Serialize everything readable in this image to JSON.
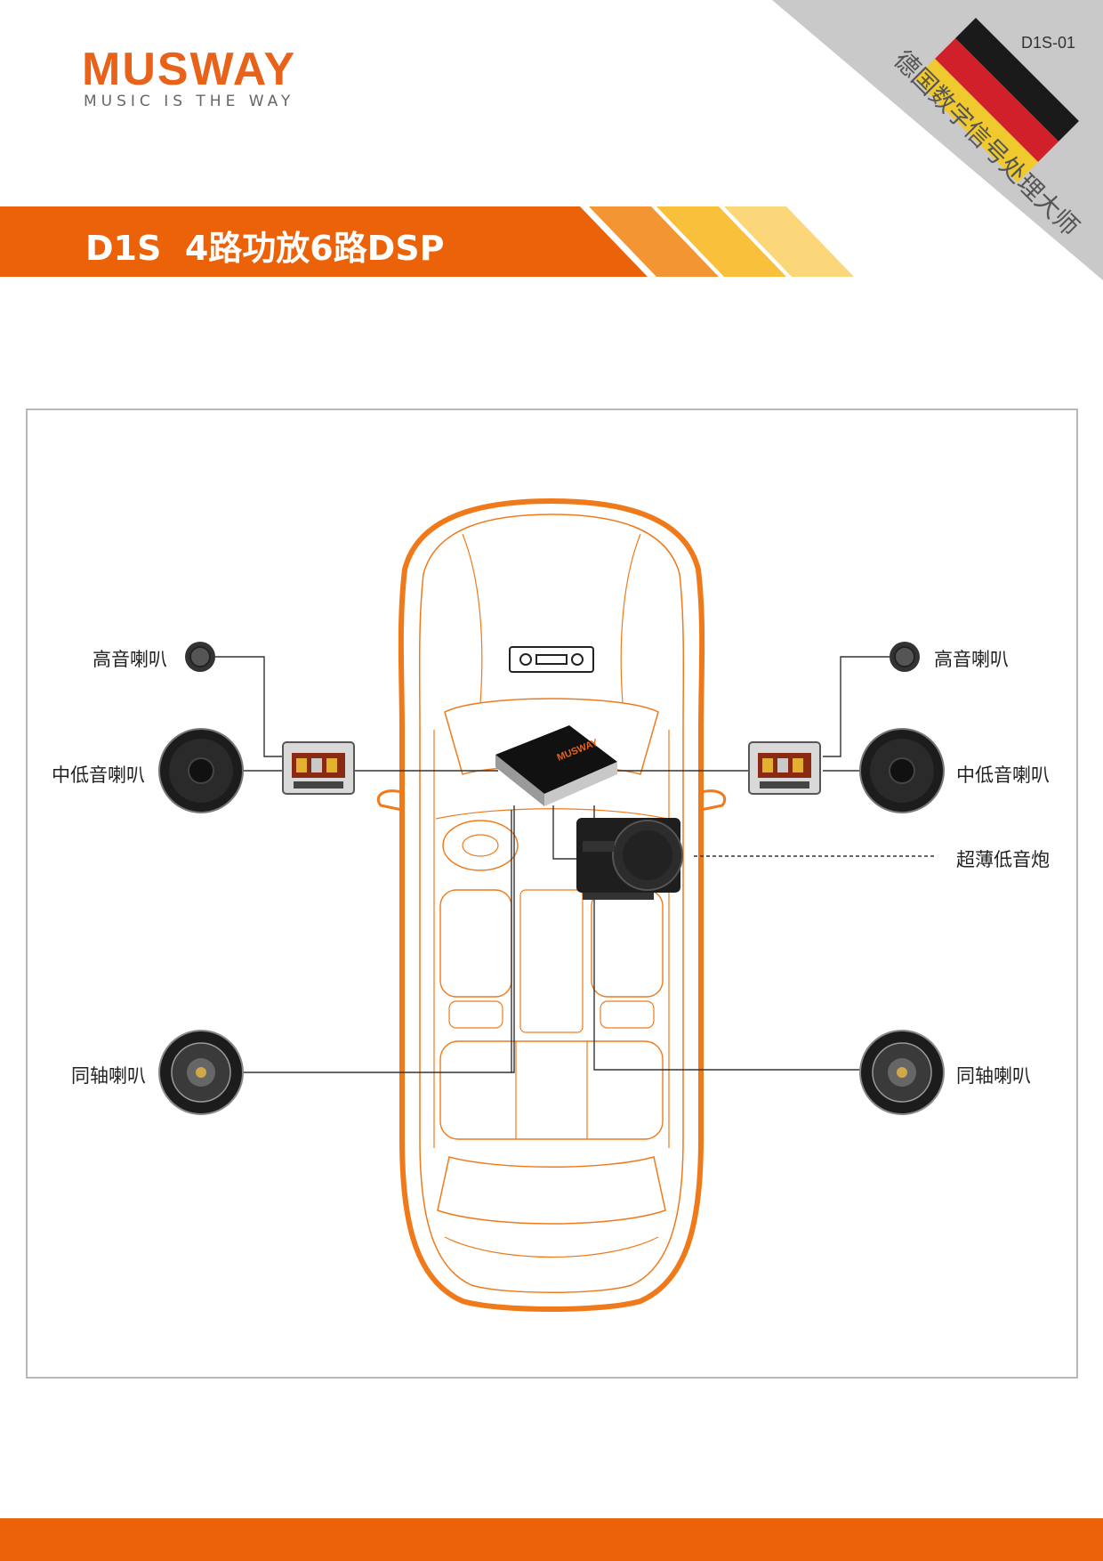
{
  "brand": {
    "name": "MUSWAY",
    "tagline": "MUSIC IS THE WAY",
    "color": "#e8621a"
  },
  "doc_code": "D1S-01",
  "corner_banner": {
    "text": "德国数字信号处理大师",
    "flag": "germany-flag-icon",
    "colors": [
      "#1a1a1a",
      "#d0202a",
      "#f0c92e"
    ]
  },
  "title": {
    "model": "D1S",
    "subtitle": "4路功放6路DSP"
  },
  "diagram": {
    "labels": {
      "tweeter_left": "高音喇叭",
      "tweeter_right": "高音喇叭",
      "midbass_left": "中低音喇叭",
      "midbass_right": "中低音喇叭",
      "subwoofer": "超薄低音炮",
      "coaxial_left": "同轴喇叭",
      "coaxial_right": "同轴喇叭"
    },
    "dsp_logo": "MUSWAY"
  },
  "colors": {
    "accent": "#eb6209",
    "car_outline": "#f07a1a"
  }
}
